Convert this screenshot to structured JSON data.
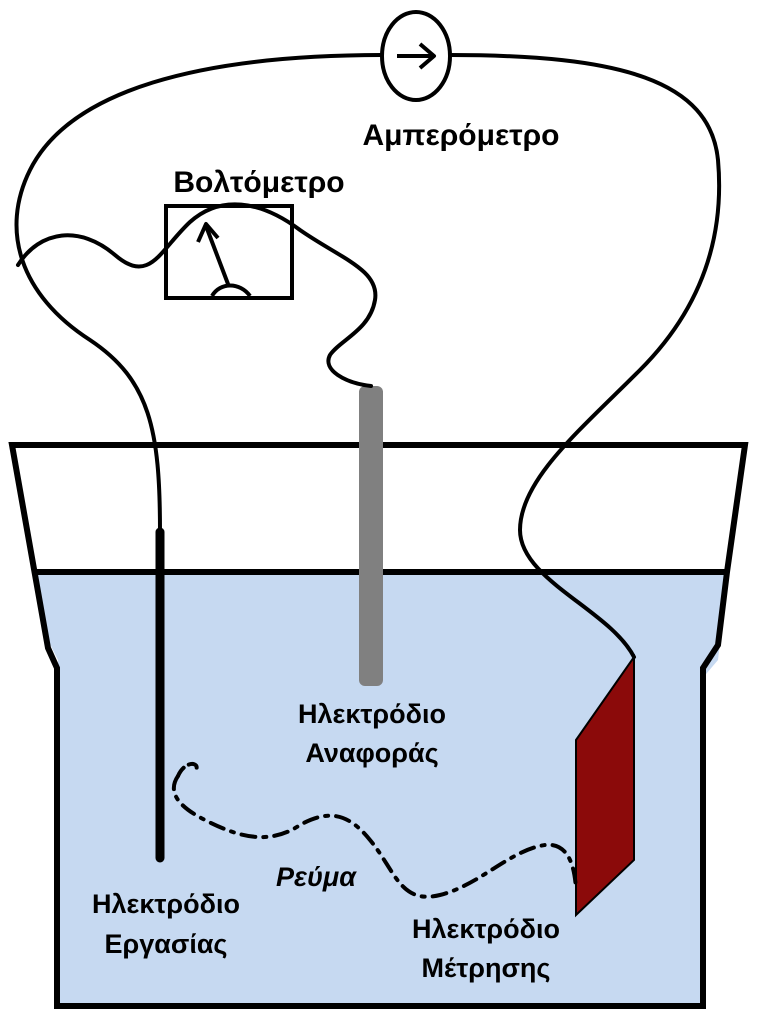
{
  "colors": {
    "solution": "#c6d9f1",
    "reference_electrode": "#808080",
    "measuring_electrode": "#8b0a0a",
    "working_electrode": "#000000",
    "outline": "#000000",
    "background": "#ffffff"
  },
  "labels": {
    "ammeter": "Αμπερόμετρο",
    "voltmeter": "Βολτόμετρο",
    "reference_electrode_line1": "Ηλεκτρόδιο",
    "reference_electrode_line2": "Αναφοράς",
    "working_electrode_line1": "Ηλεκτρόδιο",
    "working_electrode_line2": "Εργασίας",
    "measuring_electrode_line1": "Ηλεκτρόδιο",
    "measuring_electrode_line2": "Μέτρησης",
    "current": "Ρεύμα"
  },
  "icons": {
    "ammeter": "ammeter-symbol",
    "voltmeter": "voltmeter-symbol"
  }
}
